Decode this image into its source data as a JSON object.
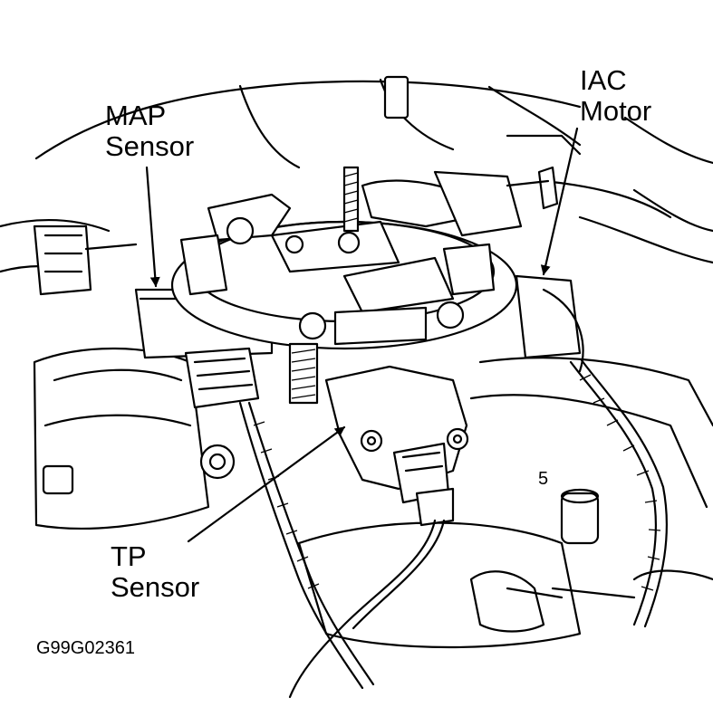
{
  "figure": {
    "callouts": [
      {
        "id": "map",
        "lines": [
          "MAP",
          "Sensor"
        ]
      },
      {
        "id": "iac",
        "lines": [
          "IAC",
          "Motor"
        ]
      },
      {
        "id": "tp",
        "lines": [
          "TP",
          "Sensor"
        ]
      }
    ],
    "figure_code": "G99G02361",
    "stamp_mark": "5"
  }
}
